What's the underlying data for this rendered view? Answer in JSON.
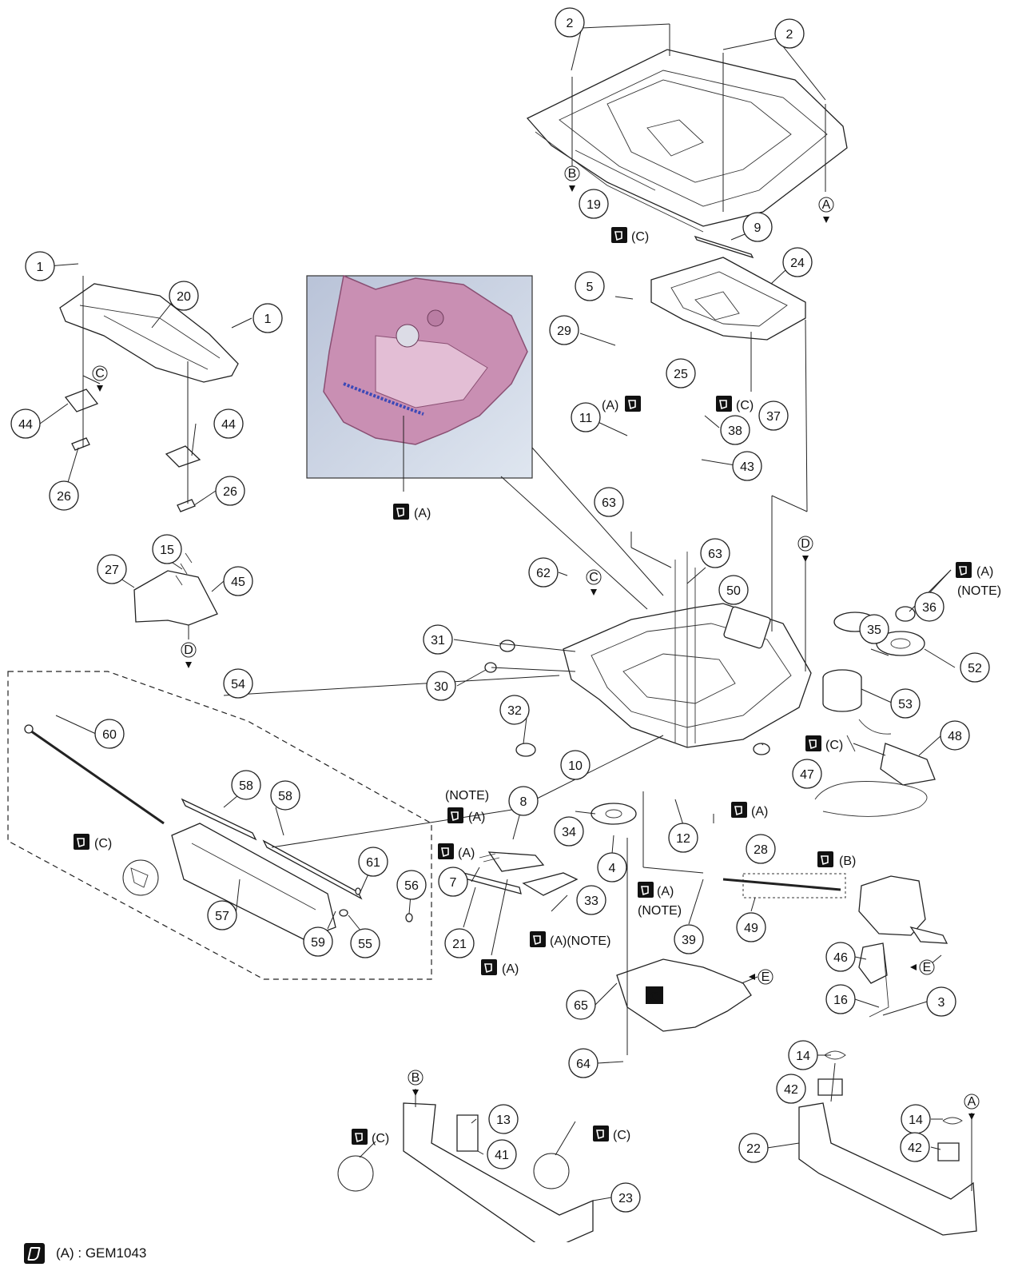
{
  "callouts": [
    {
      "id": "c2a",
      "label": "2"
    },
    {
      "id": "c2b",
      "label": "2"
    },
    {
      "id": "c19",
      "label": "19"
    },
    {
      "id": "c9",
      "label": "9"
    },
    {
      "id": "c24",
      "label": "24"
    },
    {
      "id": "c5",
      "label": "5"
    },
    {
      "id": "c29",
      "label": "29"
    },
    {
      "id": "c25",
      "label": "25"
    },
    {
      "id": "c37",
      "label": "37"
    },
    {
      "id": "c38",
      "label": "38"
    },
    {
      "id": "c11",
      "label": "11"
    },
    {
      "id": "c43",
      "label": "43"
    },
    {
      "id": "c1a",
      "label": "1"
    },
    {
      "id": "c1b",
      "label": "1"
    },
    {
      "id": "c20",
      "label": "20"
    },
    {
      "id": "c44a",
      "label": "44"
    },
    {
      "id": "c44b",
      "label": "44"
    },
    {
      "id": "c26a",
      "label": "26"
    },
    {
      "id": "c26b",
      "label": "26"
    },
    {
      "id": "c15",
      "label": "15"
    },
    {
      "id": "c27",
      "label": "27"
    },
    {
      "id": "c45",
      "label": "45"
    },
    {
      "id": "c63a",
      "label": "63"
    },
    {
      "id": "c63b",
      "label": "63"
    },
    {
      "id": "c62",
      "label": "62"
    },
    {
      "id": "c50",
      "label": "50"
    },
    {
      "id": "c36",
      "label": "36"
    },
    {
      "id": "c35",
      "label": "35"
    },
    {
      "id": "c52",
      "label": "52"
    },
    {
      "id": "c31",
      "label": "31"
    },
    {
      "id": "c30",
      "label": "30"
    },
    {
      "id": "c53",
      "label": "53"
    },
    {
      "id": "c54",
      "label": "54"
    },
    {
      "id": "c32",
      "label": "32"
    },
    {
      "id": "c10",
      "label": "10"
    },
    {
      "id": "c47",
      "label": "47"
    },
    {
      "id": "c48",
      "label": "48"
    },
    {
      "id": "c60",
      "label": "60"
    },
    {
      "id": "c58a",
      "label": "58"
    },
    {
      "id": "c58b",
      "label": "58"
    },
    {
      "id": "c8",
      "label": "8"
    },
    {
      "id": "c34",
      "label": "34"
    },
    {
      "id": "c12",
      "label": "12"
    },
    {
      "id": "c28",
      "label": "28"
    },
    {
      "id": "c4",
      "label": "4"
    },
    {
      "id": "c7",
      "label": "7"
    },
    {
      "id": "c33",
      "label": "33"
    },
    {
      "id": "c61",
      "label": "61"
    },
    {
      "id": "c56",
      "label": "56"
    },
    {
      "id": "c57",
      "label": "57"
    },
    {
      "id": "c59",
      "label": "59"
    },
    {
      "id": "c55",
      "label": "55"
    },
    {
      "id": "c21",
      "label": "21"
    },
    {
      "id": "c39",
      "label": "39"
    },
    {
      "id": "c49",
      "label": "49"
    },
    {
      "id": "c46",
      "label": "46"
    },
    {
      "id": "c16",
      "label": "16"
    },
    {
      "id": "c3",
      "label": "3"
    },
    {
      "id": "c65",
      "label": "65"
    },
    {
      "id": "c64",
      "label": "64"
    },
    {
      "id": "c14a",
      "label": "14"
    },
    {
      "id": "c42a",
      "label": "42"
    },
    {
      "id": "c14b",
      "label": "14"
    },
    {
      "id": "c42b",
      "label": "42"
    },
    {
      "id": "c22",
      "label": "22"
    },
    {
      "id": "c13",
      "label": "13"
    },
    {
      "id": "c41",
      "label": "41"
    },
    {
      "id": "c23",
      "label": "23"
    }
  ],
  "markers": [
    {
      "id": "mB1",
      "letter": "B"
    },
    {
      "id": "mA1",
      "letter": "A"
    },
    {
      "id": "mC1",
      "letter": "C"
    },
    {
      "id": "mD1",
      "letter": "D"
    },
    {
      "id": "mC2",
      "letter": "C"
    },
    {
      "id": "mD2",
      "letter": "D"
    },
    {
      "id": "mE1",
      "letter": "E"
    },
    {
      "id": "mE2",
      "letter": "E"
    },
    {
      "id": "mB2",
      "letter": "B"
    },
    {
      "id": "mA2",
      "letter": "A"
    }
  ],
  "grease": [
    {
      "id": "g1",
      "text": "(C)"
    },
    {
      "id": "g2",
      "text": "(C)"
    },
    {
      "id": "g3",
      "text": "(A)"
    },
    {
      "id": "g4",
      "text": "(A)"
    },
    {
      "id": "g5",
      "text": "(A)"
    },
    {
      "id": "g5n",
      "text": "(NOTE)"
    },
    {
      "id": "g6",
      "text": "(C)"
    },
    {
      "id": "g7n",
      "text": "(NOTE)"
    },
    {
      "id": "g7",
      "text": "(A)"
    },
    {
      "id": "g8",
      "text": "(A)"
    },
    {
      "id": "g9",
      "text": "(A)"
    },
    {
      "id": "g10",
      "text": "(C)"
    },
    {
      "id": "g11",
      "text": "(B)"
    },
    {
      "id": "g12",
      "text": "(A)"
    },
    {
      "id": "g12n",
      "text": "(NOTE)"
    },
    {
      "id": "g13",
      "text": "(A)(NOTE)"
    },
    {
      "id": "g14",
      "text": "(A)"
    },
    {
      "id": "g15",
      "text": "(C)"
    },
    {
      "id": "g16",
      "text": "(C)"
    }
  ],
  "section_mark": "C",
  "legend": {
    "text": "(A) : GEM1043"
  }
}
